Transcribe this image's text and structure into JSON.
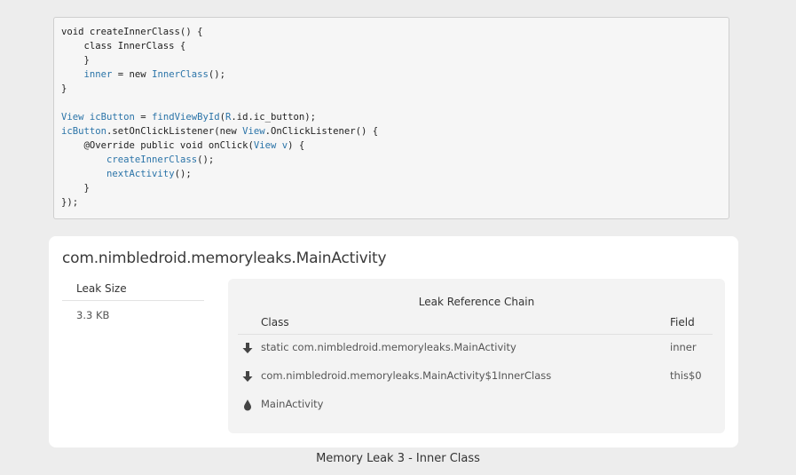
{
  "code": {
    "lines": [
      [
        [
          "plain",
          "void createInnerClass() {"
        ]
      ],
      [
        [
          "plain",
          "    class InnerClass {"
        ]
      ],
      [
        [
          "plain",
          "    }"
        ]
      ],
      [
        [
          "plain",
          "    "
        ],
        [
          "ident",
          "inner"
        ],
        [
          "plain",
          " = new "
        ],
        [
          "ident",
          "InnerClass"
        ],
        [
          "plain",
          "();"
        ]
      ],
      [
        [
          "plain",
          "}"
        ]
      ],
      [
        [
          "plain",
          ""
        ]
      ],
      [
        [
          "ident",
          "View icButton"
        ],
        [
          "plain",
          " = "
        ],
        [
          "ident",
          "findViewById"
        ],
        [
          "plain",
          "("
        ],
        [
          "ident",
          "R"
        ],
        [
          "plain",
          ".id.ic_button);"
        ]
      ],
      [
        [
          "ident",
          "icButton"
        ],
        [
          "plain",
          ".setOnClickListener(new "
        ],
        [
          "ident",
          "View"
        ],
        [
          "plain",
          ".OnClickListener() {"
        ]
      ],
      [
        [
          "plain",
          "    @Override public void onClick("
        ],
        [
          "ident",
          "View v"
        ],
        [
          "plain",
          ") {"
        ]
      ],
      [
        [
          "plain",
          "        "
        ],
        [
          "ident",
          "createInnerClass"
        ],
        [
          "plain",
          "();"
        ]
      ],
      [
        [
          "plain",
          "        "
        ],
        [
          "ident",
          "nextActivity"
        ],
        [
          "plain",
          "();"
        ]
      ],
      [
        [
          "plain",
          "    }"
        ]
      ],
      [
        [
          "plain",
          "});"
        ]
      ]
    ]
  },
  "card": {
    "title": "com.nimbledroid.memoryleaks.MainActivity",
    "leak_size_label": "Leak Size",
    "leak_size_value": "3.3 KB",
    "chain": {
      "title": "Leak Reference Chain",
      "class_header": "Class",
      "field_header": "Field",
      "rows": [
        {
          "icon": "arrow-down-icon",
          "class": "static com.nimbledroid.memoryleaks.MainActivity",
          "field": "inner"
        },
        {
          "icon": "arrow-down-icon",
          "class": "com.nimbledroid.memoryleaks.MainActivity$1InnerClass",
          "field": "this$0"
        },
        {
          "icon": "droplet-icon",
          "class": "MainActivity",
          "field": ""
        }
      ]
    }
  },
  "caption": "Memory Leak 3 - Inner Class",
  "colors": {
    "background": "#ededed",
    "code_background": "#f6f6f6",
    "code_identifier": "#2b74a8",
    "card_background": "#ffffff",
    "chain_background": "#f3f3f3",
    "icon": "#444444"
  }
}
